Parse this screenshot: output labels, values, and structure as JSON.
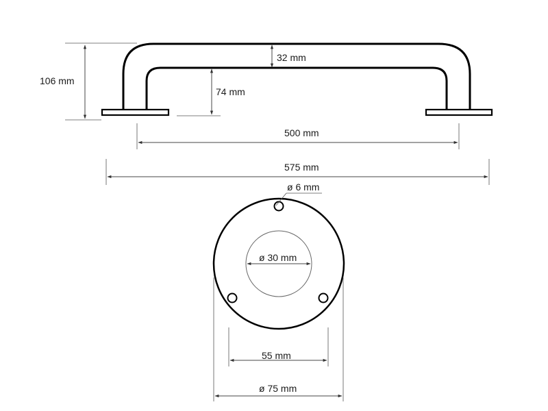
{
  "dimensions": {
    "height_total": "106 mm",
    "tube_diameter": "32 mm",
    "inner_height": "74 mm",
    "center_distance": "500 mm",
    "overall_length": "575 mm",
    "screw_hole": "ø 6 mm",
    "inner_circle": "ø 30 mm",
    "hole_spacing": "55 mm",
    "rosette_diameter": "ø 75 mm"
  }
}
